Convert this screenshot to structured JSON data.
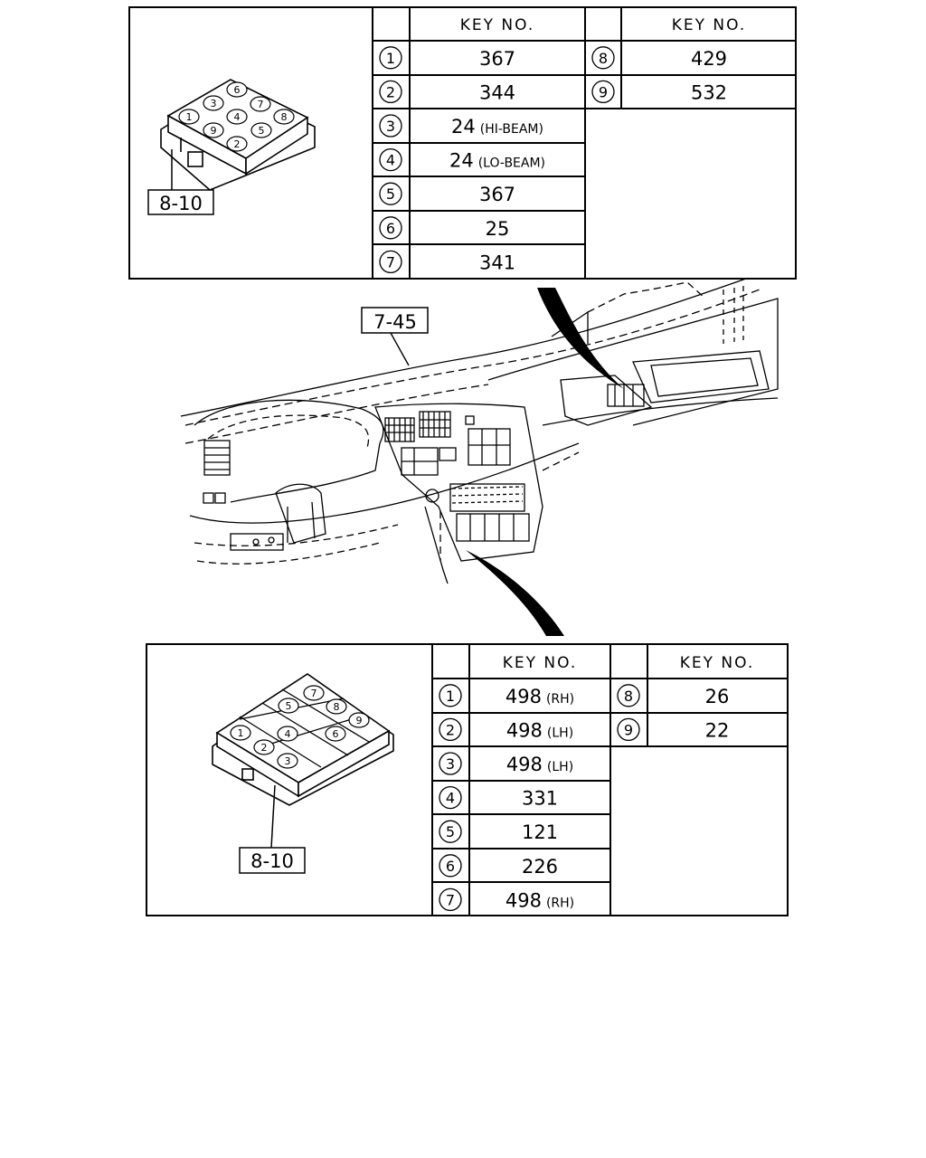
{
  "diagram": {
    "assembly_ref": "7-45",
    "top_panel": {
      "connector_ref": "8-10",
      "header_left": "KEY NO.",
      "header_right": "KEY NO.",
      "rows_left": [
        {
          "pos": "1",
          "key": "367",
          "note": ""
        },
        {
          "pos": "2",
          "key": "344",
          "note": ""
        },
        {
          "pos": "3",
          "key": "24",
          "note": "(HI-BEAM)"
        },
        {
          "pos": "4",
          "key": "24",
          "note": "(LO-BEAM)"
        },
        {
          "pos": "5",
          "key": "367",
          "note": ""
        },
        {
          "pos": "6",
          "key": "25",
          "note": ""
        },
        {
          "pos": "7",
          "key": "341",
          "note": ""
        }
      ],
      "rows_right": [
        {
          "pos": "8",
          "key": "429",
          "note": ""
        },
        {
          "pos": "9",
          "key": "532",
          "note": ""
        }
      ],
      "block_labels": [
        "1",
        "2",
        "3",
        "4",
        "5",
        "6",
        "7",
        "8",
        "9"
      ]
    },
    "bottom_panel": {
      "connector_ref": "8-10",
      "header_left": "KEY NO.",
      "header_right": "KEY NO.",
      "rows_left": [
        {
          "pos": "1",
          "key": "498",
          "note": "(RH)"
        },
        {
          "pos": "2",
          "key": "498",
          "note": "(LH)"
        },
        {
          "pos": "3",
          "key": "498",
          "note": "(LH)"
        },
        {
          "pos": "4",
          "key": "331",
          "note": ""
        },
        {
          "pos": "5",
          "key": "121",
          "note": ""
        },
        {
          "pos": "6",
          "key": "226",
          "note": ""
        },
        {
          "pos": "7",
          "key": "498",
          "note": "(RH)"
        }
      ],
      "rows_right": [
        {
          "pos": "8",
          "key": "26",
          "note": ""
        },
        {
          "pos": "9",
          "key": "22",
          "note": ""
        }
      ],
      "block_labels": [
        "1",
        "2",
        "3",
        "4",
        "5",
        "6",
        "7",
        "8",
        "9"
      ]
    }
  }
}
